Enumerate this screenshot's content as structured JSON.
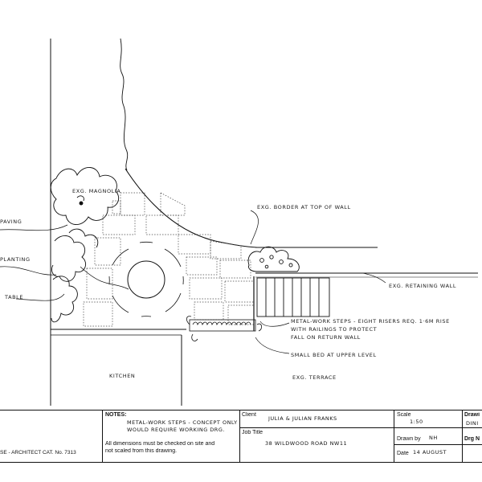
{
  "annotations": {
    "magnolia": "EXG. MAGNOLIA",
    "paving": "PAVING",
    "planting": "PLANTING",
    "table": "TABLE",
    "border": "EXG. BORDER AT TOP OF WALL",
    "retaining_wall": "EXG. RETAINING WALL",
    "steps_line1": "METAL-WORK STEPS - EIGHT RISERS REQ. 1·6m RISE",
    "steps_line2": "WITH RAILINGS TO PROTECT",
    "steps_line3": "FALL ON RETURN WALL",
    "small_bed": "SMALL BED AT UPPER LEVEL",
    "kitchen": "KITCHEN",
    "terrace": "EXG. TERRACE"
  },
  "title_block": {
    "maker_text": "SE - ARCHITECT CAT. No. 7313",
    "notes_label": "NOTES:",
    "notes_handwritten_1": "METAL-WORK STEPS - CONCEPT ONLY",
    "notes_handwritten_2": "WOULD REQUIRE WORKING DRG.",
    "notes_printed_1": "All dimensions must be checked on site and",
    "notes_printed_2": "not scaled from this drawing.",
    "client_label": "Client",
    "client_value": "JULIA & JULIAN FRANKS",
    "job_title_label": "Job Title",
    "job_title_value": "38 WILDWOOD ROAD NW11",
    "scale_label": "Scale",
    "scale_value": "1:50",
    "drawn_by_label": "Drawn by",
    "drawn_by_value": "NH",
    "date_label": "Date",
    "date_value": "14 August",
    "drawing_label": "Drawi",
    "drawing_value": "DINI",
    "drg_no_label": "Drg N"
  }
}
